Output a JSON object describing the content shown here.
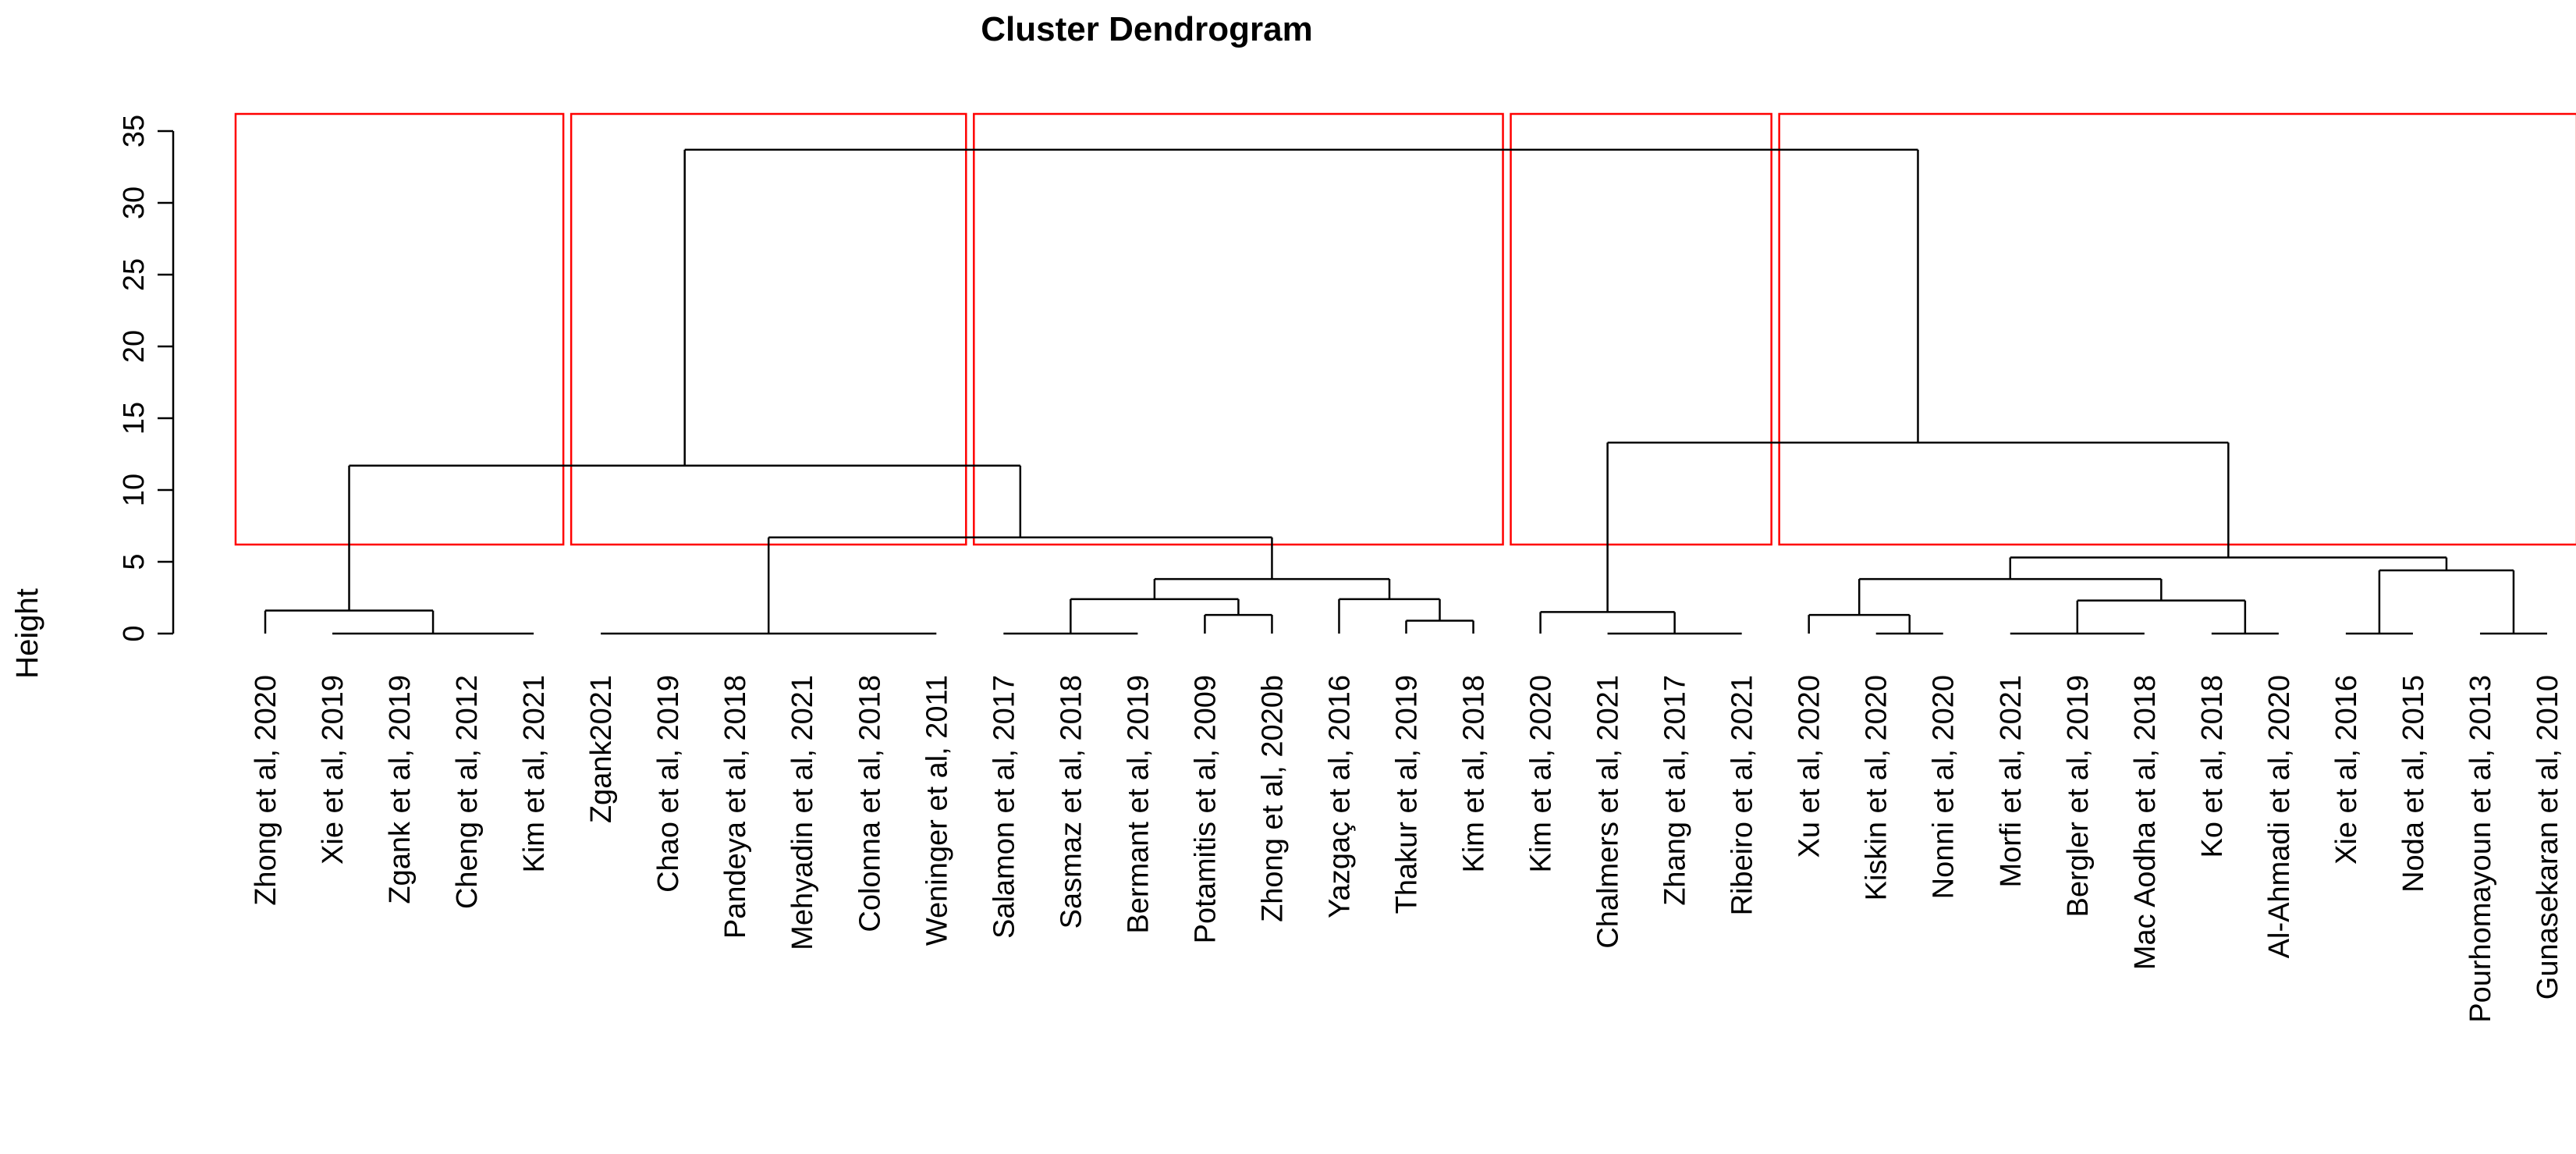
{
  "chart_data": {
    "type": "dendrogram",
    "title": "Cluster Dendrogram",
    "ylabel": "Height",
    "ylim": [
      0,
      35
    ],
    "yticks": [
      0,
      5,
      10,
      15,
      20,
      25,
      30,
      35
    ],
    "leaves": [
      "Zhong et al, 2020",
      "Xie et al, 2019",
      "Zgank et al, 2019",
      "Cheng et al, 2012",
      "Kim et al, 2021",
      "Zgank2021",
      "Chao et al, 2019",
      "Pandeya et al, 2018",
      "Mehyadin et al, 2021",
      "Colonna et al, 2018",
      "Weninger et al, 2011",
      "Salamon et al, 2017",
      "Sasmaz et al, 2018",
      "Bermant et al, 2019",
      "Potamitis et al, 2009",
      "Zhong et al, 2020b",
      "Yazgaç et al, 2016",
      "Thakur et al, 2019",
      "Kim et al, 2018",
      "Kim et al, 2020",
      "Chalmers et al, 2021",
      "Zhang et al, 2017",
      "Ribeiro et al, 2021",
      "Xu et al, 2020",
      "Kiskin et al, 2020",
      "Nonni et al, 2020",
      "Morfi et al, 2021",
      "Bergler et al, 2019",
      "Mac Aodha et al, 2018",
      "Ko et al, 2018",
      "Al-Ahmadi et al, 2020",
      "Xie et al, 2016",
      "Noda et al, 2015",
      "Pourhomayoun  et al, 2013",
      "Gunasekaran et al, 2010"
    ],
    "merges": [
      {
        "left": [
          1,
          2,
          3,
          4
        ],
        "right": [],
        "height": 0
      },
      {
        "left": [
          0
        ],
        "right": [
          1,
          2,
          3,
          4
        ],
        "height": 1.6
      },
      {
        "left": [
          5,
          6,
          7,
          8,
          9,
          10
        ],
        "right": [],
        "height": 0
      },
      {
        "left": [
          11,
          12,
          13
        ],
        "right": [],
        "height": 0
      },
      {
        "left": [
          14
        ],
        "right": [
          15
        ],
        "height": 1.3
      },
      {
        "left": [
          11,
          12,
          13
        ],
        "right": [
          14,
          15
        ],
        "height": 2.4
      },
      {
        "left": [
          17
        ],
        "right": [
          18
        ],
        "height": 0.9
      },
      {
        "left": [
          16
        ],
        "right": [
          17,
          18
        ],
        "height": 2.4
      },
      {
        "left": [
          11,
          12,
          13,
          14,
          15
        ],
        "right": [
          16,
          17,
          18
        ],
        "height": 3.8
      },
      {
        "left": [
          5,
          6,
          7,
          8,
          9,
          10
        ],
        "right": [
          11,
          12,
          13,
          14,
          15,
          16,
          17,
          18
        ],
        "height": 6.7
      },
      {
        "left": [
          0,
          1,
          2,
          3,
          4
        ],
        "right": [
          5,
          6,
          7,
          8,
          9,
          10,
          11,
          12,
          13,
          14,
          15,
          16,
          17,
          18
        ],
        "height": 11.7
      },
      {
        "left": [
          20,
          21,
          22
        ],
        "right": [],
        "height": 0
      },
      {
        "left": [
          19
        ],
        "right": [
          20,
          21,
          22
        ],
        "height": 1.5
      },
      {
        "left": [
          24
        ],
        "right": [
          25
        ],
        "height": 0
      },
      {
        "left": [
          23
        ],
        "right": [
          24,
          25
        ],
        "height": 1.3
      },
      {
        "left": [
          26,
          27,
          28
        ],
        "right": [],
        "height": 0
      },
      {
        "left": [
          29
        ],
        "right": [
          30
        ],
        "height": 0
      },
      {
        "left": [
          26,
          27,
          28
        ],
        "right": [
          29,
          30
        ],
        "height": 2.3
      },
      {
        "left": [
          23,
          24,
          25
        ],
        "right": [
          26,
          27,
          28,
          29,
          30
        ],
        "height": 3.8
      },
      {
        "left": [
          31
        ],
        "right": [
          32
        ],
        "height": 0
      },
      {
        "left": [
          33
        ],
        "right": [
          34
        ],
        "height": 0
      },
      {
        "left": [
          31,
          32
        ],
        "right": [
          33,
          34
        ],
        "height": 4.4
      },
      {
        "left": [
          23,
          24,
          25,
          26,
          27,
          28,
          29,
          30
        ],
        "right": [
          31,
          32,
          33,
          34
        ],
        "height": 5.3
      },
      {
        "left": [
          19,
          20,
          21,
          22
        ],
        "right": [
          23,
          24,
          25,
          26,
          27,
          28,
          29,
          30,
          31,
          32,
          33,
          34
        ],
        "height": 13.3
      },
      {
        "left": [
          0,
          1,
          2,
          3,
          4,
          5,
          6,
          7,
          8,
          9,
          10,
          11,
          12,
          13,
          14,
          15,
          16,
          17,
          18
        ],
        "right": [
          19,
          20,
          21,
          22,
          23,
          24,
          25,
          26,
          27,
          28,
          29,
          30,
          31,
          32,
          33,
          34
        ],
        "height": 33.7
      }
    ],
    "cut_height": 6.2,
    "cluster_boxes": [
      [
        0,
        4
      ],
      [
        5,
        10
      ],
      [
        11,
        18
      ],
      [
        19,
        22
      ],
      [
        23,
        34
      ]
    ],
    "cluster_box_color": "#ff0000",
    "line_color": "#000000"
  }
}
